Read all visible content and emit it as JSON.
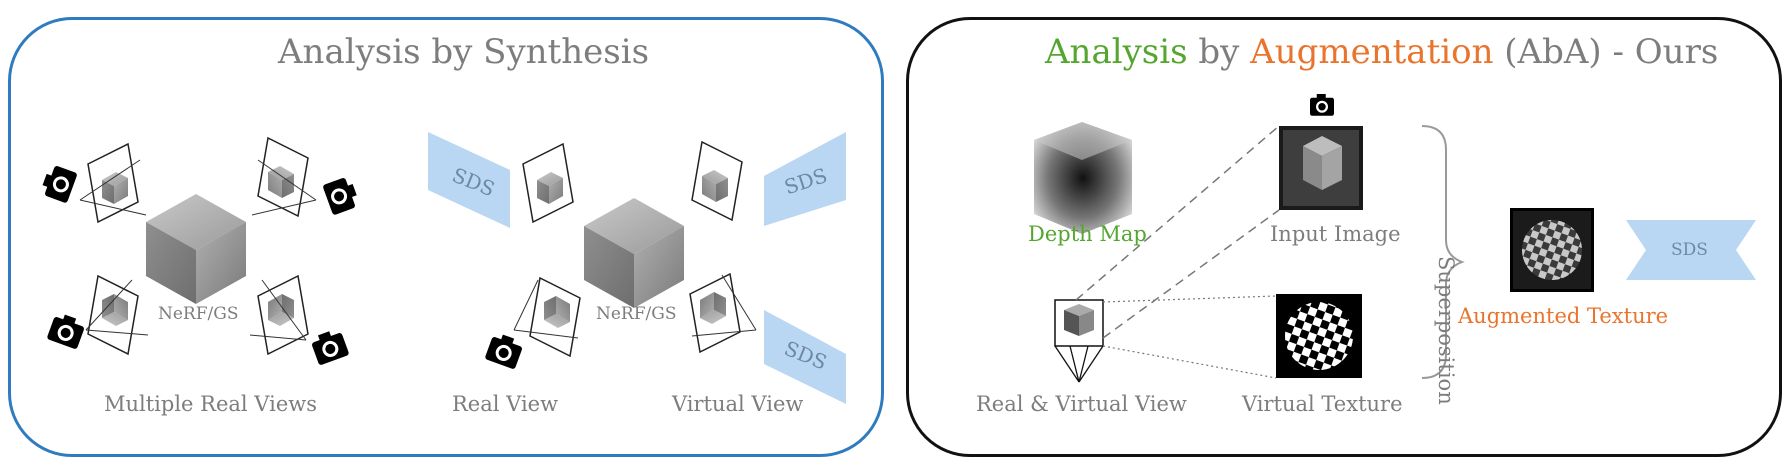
{
  "left_panel": {
    "title": "Analysis by Synthesis",
    "center_labels": [
      "NeRF/GS",
      "NeRF/GS"
    ],
    "captions": {
      "multiple_real_views": "Multiple Real Views",
      "real_view": "Real View",
      "virtual_view": "Virtual View"
    },
    "sds_labels": [
      "SDS",
      "SDS",
      "SDS"
    ]
  },
  "right_panel": {
    "title_parts": {
      "analysis": "Analysis",
      "by": " by ",
      "augmentation": "Augmentation",
      "rest": " (AbA) - Ours"
    },
    "labels": {
      "depth_map": "Depth Map",
      "input_image": "Input Image",
      "real_virtual_view": "Real & Virtual View",
      "virtual_texture": "Virtual Texture",
      "superposition": "Superposition",
      "augmented_texture": "Augmented Texture",
      "sds": "SDS"
    }
  },
  "colors": {
    "left_border": "#2f7bbf",
    "right_border": "#111111",
    "title_grey": "#7d7d7d",
    "green": "#55a630",
    "orange": "#e8742d",
    "sds_fill": "#b9d6f2"
  },
  "icons": [
    "camera-icon",
    "cube-icon",
    "hourglass-sds-icon",
    "brace-icon"
  ]
}
